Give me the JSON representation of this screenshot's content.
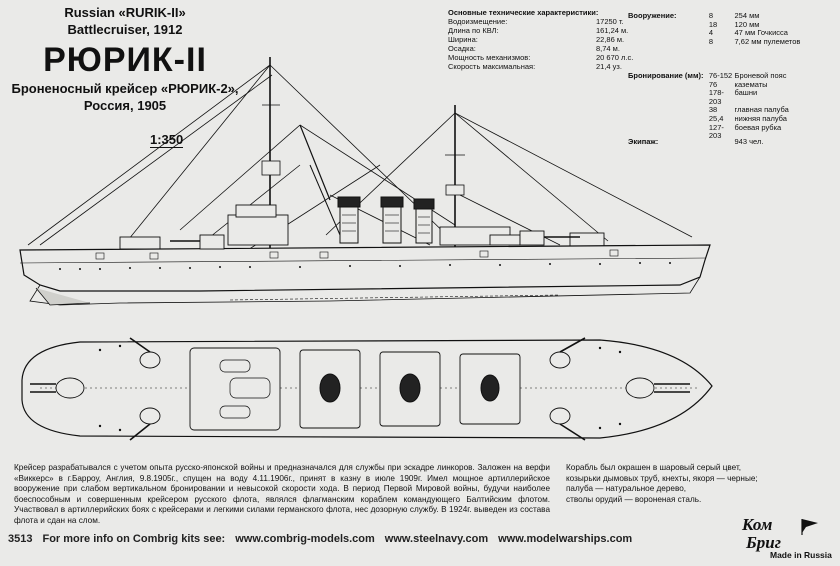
{
  "header": {
    "en_line1": "Russian «RURIK-II»",
    "en_line2": "Battlecruiser, 1912",
    "ru_title": "РЮРИК-II",
    "ru_sub1": "Броненосный крейсер «РЮРИК-2»,",
    "ru_sub2": "Россия, 1905",
    "scale": "1:350"
  },
  "specs": {
    "heading": "Основные технические характеристики:",
    "rows": [
      {
        "k": "Водоизмещение:",
        "v": "17250 т."
      },
      {
        "k": "Длина по КВЛ:",
        "v": "161,24 м."
      },
      {
        "k": "Ширина:",
        "v": "22,86 м."
      },
      {
        "k": "Осадка:",
        "v": "8,74 м."
      },
      {
        "k": "Мощность механизмов:",
        "v": "20 670 л.с."
      },
      {
        "k": "Скорость максимальная:",
        "v": "21,4 уз."
      }
    ]
  },
  "armament": {
    "label": "Вооружение:",
    "rows": [
      {
        "n": "8",
        "d": "254 мм"
      },
      {
        "n": "18",
        "d": "120 мм"
      },
      {
        "n": "4",
        "d": "47 мм Гочкисса"
      },
      {
        "n": "8",
        "d": "7,62 мм пулеметов"
      }
    ]
  },
  "armor": {
    "label": "Бронирование (мм):",
    "rows": [
      {
        "n": "76-152",
        "d": "Броневой пояс"
      },
      {
        "n": "76",
        "d": "казематы"
      },
      {
        "n": "178-203",
        "d": "башни"
      },
      {
        "n": "38",
        "d": "главная палуба"
      },
      {
        "n": "25,4",
        "d": "нижняя палуба"
      },
      {
        "n": "127-203",
        "d": "боевая рубка"
      }
    ]
  },
  "crew": {
    "label": "Экипаж:",
    "value": "943 чел."
  },
  "description": "Крейсер разрабатывался с учетом опыта русско-японской войны и предназначался для службы при эскадре линкоров. Заложен на верфи «Виккерс» в г.Барроу, Англия, 9.8.1905г., спущен на воду 4.11.1906г., принят в казну в июле 1909г. Имел мощное артиллерийское вооружение при слабом вертикальном бронировании и невысокой скорости хода. В период Первой Мировой войны, будучи наиболее боеспособным и совершенным крейсером русского флота, являлся флагманским кораблем командующего Балтийским флотом. Участвовал в артиллерийских боях с крейсерами и легкими силами германского флота, нес дозорную службу. В 1924г. выведен из состава флота и сдан на слом.",
  "paint": {
    "line1": "Корабль был окрашен в шаровый серый цвет, козырьки дымовых труб, кнехты, якоря — черные;",
    "line2": "палуба — натуральное дерево,",
    "line3": "стволы орудий — вороненая сталь."
  },
  "footer": {
    "code": "3513",
    "info": "For more info on Combrig kits see:",
    "url1": "www.combrig-models.com",
    "url2": "www.steelnavy.com",
    "url3": "www.modelwarships.com"
  },
  "logo": {
    "line1": "Ком",
    "line2": "Бриг",
    "made": "Made in Russia"
  }
}
